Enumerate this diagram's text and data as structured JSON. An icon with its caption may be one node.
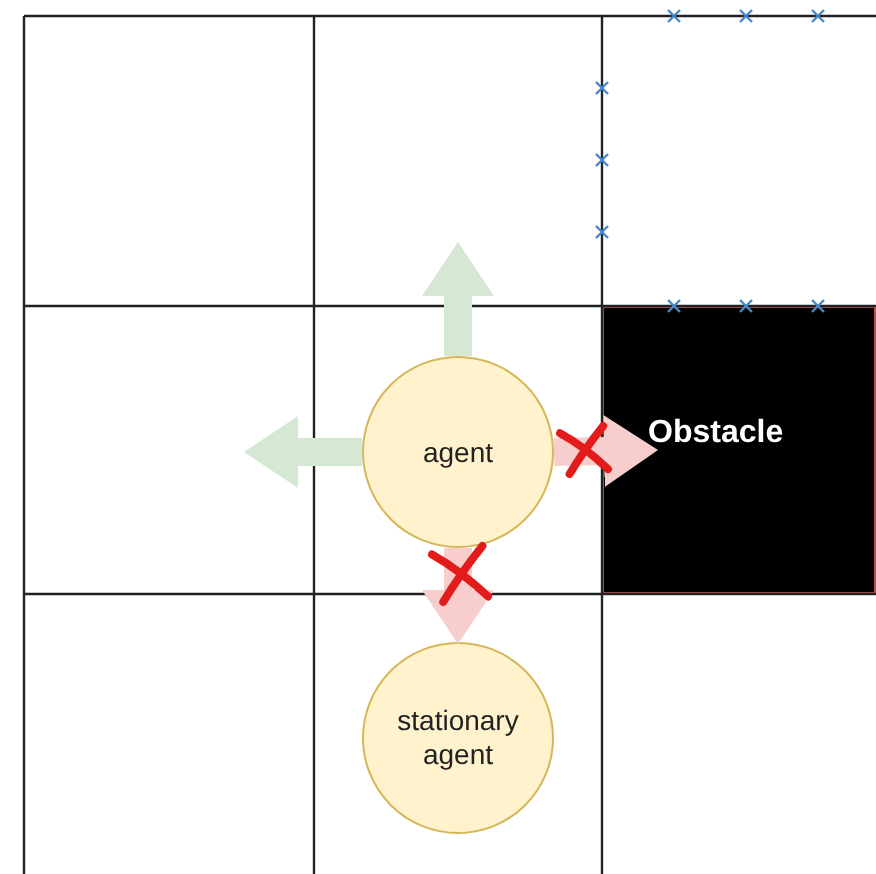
{
  "diagram": {
    "nodes": [
      {
        "text": [
          "agent"
        ]
      },
      {
        "text": [
          "Obstacle"
        ]
      },
      {
        "text": [
          "stationary agent"
        ]
      }
    ],
    "edges": [
      {
        "from": 0,
        "to": null,
        "arrow": "to",
        "color": "#d5e8d4"
      },
      {
        "from": 0,
        "to": null,
        "arrow": "to",
        "color": "#d5e8d4"
      },
      {
        "from": 0,
        "to": 1,
        "arrow": "to",
        "color": "#f8cecc"
      },
      {
        "from": 0,
        "to": 2,
        "arrow": "to",
        "color": "#f8cecc"
      }
    ]
  }
}
